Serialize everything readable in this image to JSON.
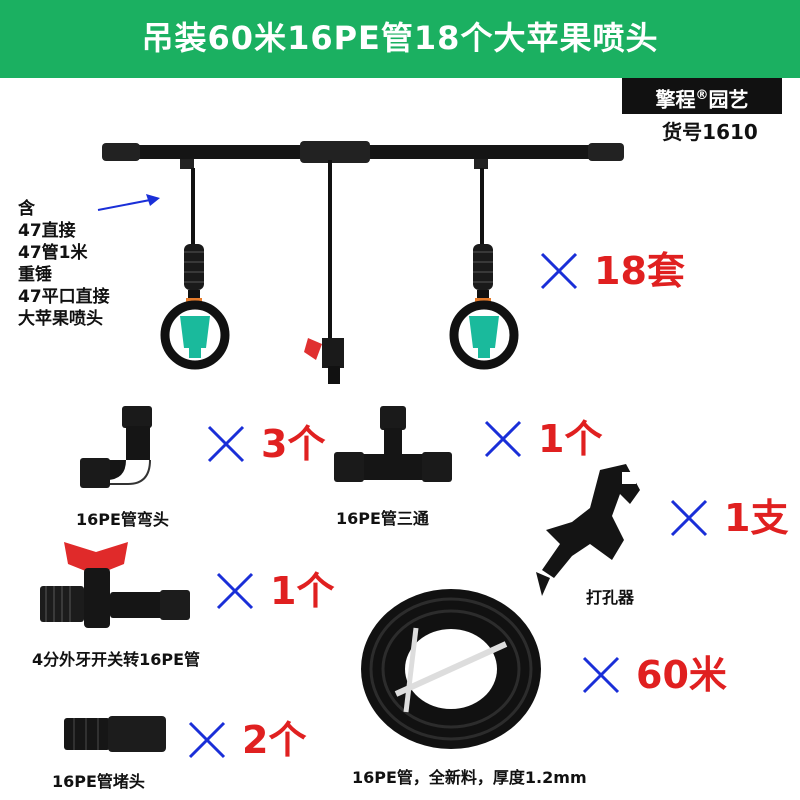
{
  "banner": {
    "title": "吊装60米16PE管18个大苹果喷头"
  },
  "brand": {
    "name_left": "擎程",
    "registered_mark": "®",
    "name_right": "园艺",
    "model_no": "货号1610"
  },
  "includes": {
    "items": [
      "含",
      "47直接",
      "47管1米",
      "重锤",
      "47平口直接",
      "大苹果喷头"
    ]
  },
  "colors": {
    "banner_bg": "#1bb061",
    "qty_text": "#e02020",
    "cross_mark": "#1a2fd8",
    "brand_box": "#111111"
  },
  "products": [
    {
      "qty": "18套"
    },
    {
      "caption": "16PE管弯头",
      "qty": "3个"
    },
    {
      "caption": "16PE管三通",
      "qty": "1个"
    },
    {
      "caption": "打孔器",
      "qty": "1支"
    },
    {
      "caption": "4分外牙开关转16PE管",
      "qty": "1个"
    },
    {
      "caption": "16PE管，全新料，厚度1.2mm",
      "qty": "60米"
    },
    {
      "caption": "16PE管堵头",
      "qty": "2个"
    }
  ]
}
